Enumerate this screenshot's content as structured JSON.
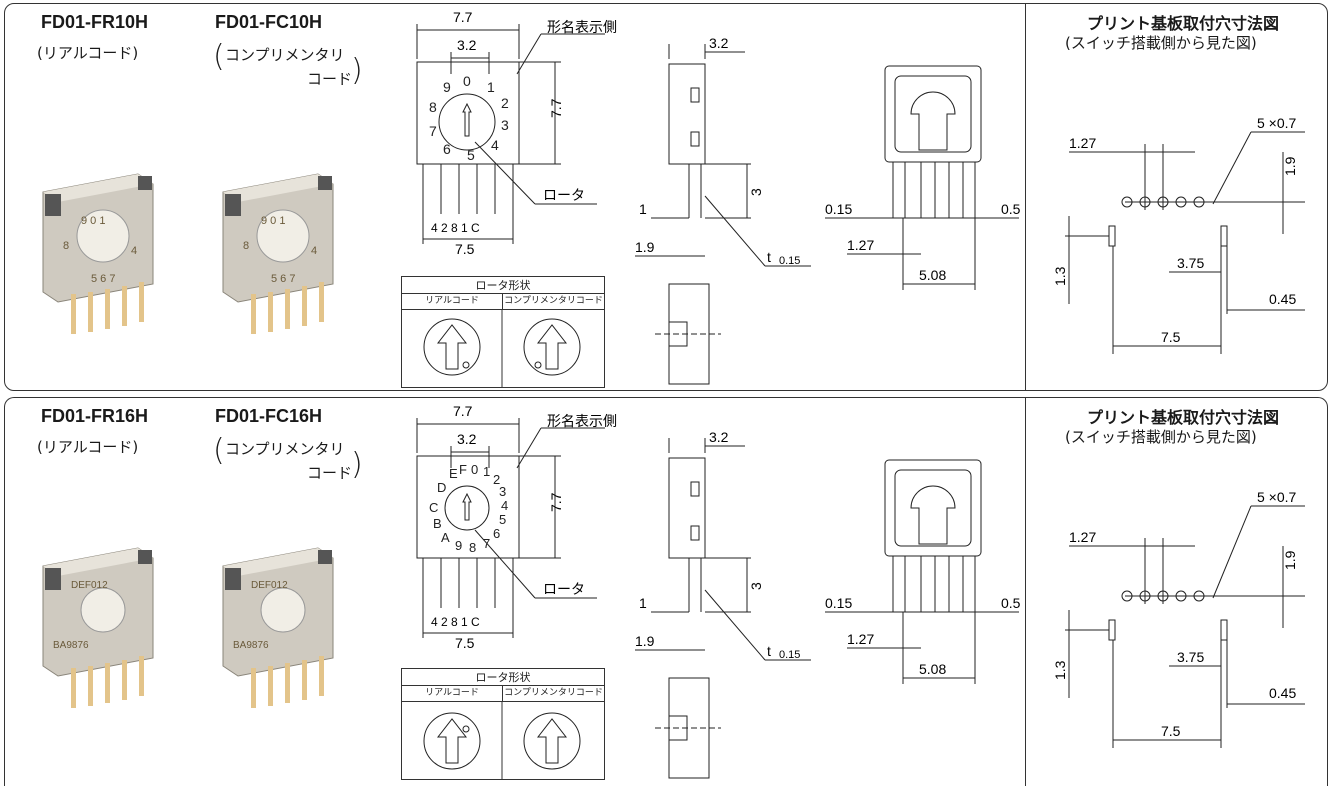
{
  "sections": [
    {
      "id": "10pos",
      "model_real": "FD01-FR10H",
      "model_comp": "FD01-FC10H",
      "real_code": "(リアルコード)",
      "comp_code_l1": "コンプリメンタリ",
      "comp_code_l2": "コード",
      "dial_labels": [
        "0",
        "1",
        "2",
        "3",
        "4",
        "5",
        "6",
        "7",
        "8",
        "9"
      ]
    },
    {
      "id": "16pos",
      "model_real": "FD01-FR16H",
      "model_comp": "FD01-FC16H",
      "real_code": "(リアルコード)",
      "comp_code_l1": "コンプリメンタリ",
      "comp_code_l2": "コード",
      "dial_labels": [
        "0",
        "1",
        "2",
        "3",
        "4",
        "5",
        "6",
        "7",
        "8",
        "9",
        "A",
        "B",
        "C",
        "D",
        "E",
        "F"
      ]
    }
  ],
  "drawing": {
    "width_outer": "7.7",
    "rotor_width": "3.2",
    "height": "7.7",
    "model_side": "形名表示側",
    "rotor": "ロータ",
    "pin_labels": "4  2  8  1  C",
    "pin_span": "7.5",
    "side_width": "3.2",
    "pin_len": "3",
    "side_1": "1",
    "side_19": "1.9",
    "thickness": "t",
    "thickness_val": "0.15",
    "front_015": "0.15",
    "front_05": "0.5",
    "front_127": "1.27",
    "front_508": "5.08"
  },
  "rotor_shape": {
    "title": "ロータ形状",
    "real": "リアルコード",
    "comp": "コンプリメンタリコード"
  },
  "pcb": {
    "title": "プリント基板取付穴寸法図",
    "subtitle": "(スイッチ搭載側から見た図)",
    "holes": "5 ×0.7",
    "pitch": "1.27",
    "v19": "1.9",
    "v13": "1.3",
    "h375": "3.75",
    "h045": "0.45",
    "h75": "7.5"
  }
}
